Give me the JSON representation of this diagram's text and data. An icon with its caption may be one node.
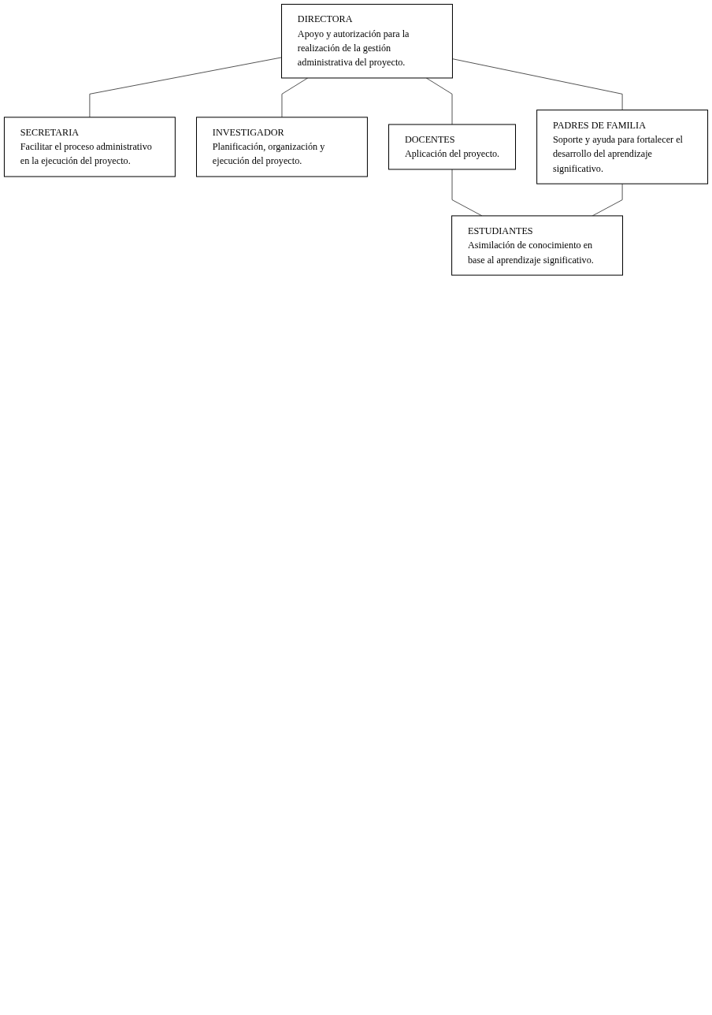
{
  "diagram": {
    "nodes": [
      {
        "text": [
          "DIRECTORA",
          "Apoyo y autorización para la realización de la gestión administrativa del proyecto."
        ]
      },
      {
        "text": [
          "SECRETARIA",
          "Facilitar el proceso administrativo en la ejecución del proyecto."
        ]
      },
      {
        "text": [
          "INVESTIGADOR",
          "Planificación, organización y ejecución del proyecto."
        ]
      },
      {
        "text": [
          "DOCENTES",
          "Aplicación del proyecto."
        ]
      },
      {
        "text": [
          "PADRES DE FAMILIA",
          "Soporte y ayuda para fortalecer el desarrollo del aprendizaje significativo."
        ]
      },
      {
        "text": [
          "ESTUDIANTES",
          "Asimilación de conocimiento en base al aprendizaje significativo."
        ]
      }
    ],
    "edges": [
      {
        "from": 0,
        "to": 1,
        "arrow": "none"
      },
      {
        "from": 0,
        "to": 2,
        "arrow": "none"
      },
      {
        "from": 0,
        "to": 3,
        "arrow": "none"
      },
      {
        "from": 0,
        "to": 4,
        "arrow": "none"
      },
      {
        "from": 3,
        "to": 5,
        "arrow": "none"
      },
      {
        "from": 4,
        "to": 5,
        "arrow": "none"
      }
    ]
  }
}
